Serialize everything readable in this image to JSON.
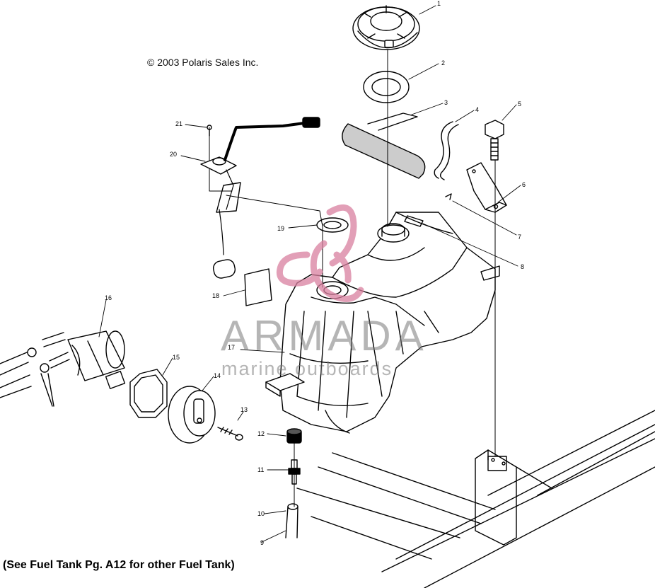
{
  "copyright": "© 2003 Polaris Sales Inc.",
  "footer_note": "(See Fuel Tank Pg. A12 for other Fuel Tank)",
  "watermark": {
    "word": "ARMADA",
    "tagline": "marine outboards",
    "logo_color": "#d9809f",
    "text_color": "#7a7a7a"
  },
  "callouts": [
    "1",
    "2",
    "3",
    "4",
    "5",
    "6",
    "7",
    "8",
    "9",
    "10",
    "11",
    "12",
    "13",
    "14",
    "15",
    "16",
    "17",
    "18",
    "19",
    "20",
    "21"
  ]
}
